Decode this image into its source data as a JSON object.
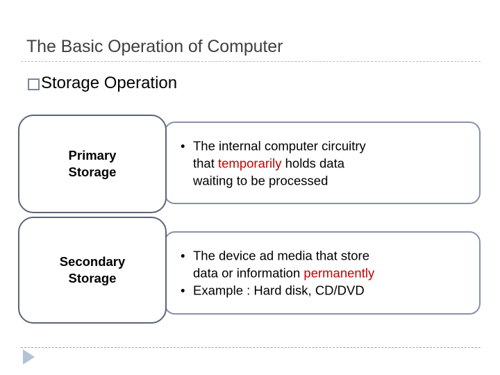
{
  "slide": {
    "title": "The Basic Operation of Computer",
    "subheading": {
      "bullet_icon": "hollow-square-bullet",
      "text": "Storage Operation"
    },
    "accent_colors": {
      "title_gray": "#404040",
      "label_border": "#5a6378",
      "desc_border": "#8891a8",
      "highlight_red": "#c00000",
      "rule_dashed": "#b9bcc4",
      "footer_arrow": "#b3c2d6"
    }
  },
  "diagram": {
    "rows": [
      {
        "label": "Primary\nStorage",
        "label_line1": "Primary",
        "label_line2": "Storage",
        "lines": [
          {
            "type": "bullet",
            "bullet": "•",
            "segments": [
              {
                "text": "The internal computer circuitry",
                "highlight": false
              }
            ]
          },
          {
            "type": "continuation",
            "segments": [
              {
                "text": "that ",
                "highlight": false
              },
              {
                "text": "temporarily",
                "highlight": true
              },
              {
                "text": " holds data",
                "highlight": false
              }
            ]
          },
          {
            "type": "continuation",
            "segments": [
              {
                "text": "waiting to be processed",
                "highlight": false
              }
            ]
          }
        ]
      },
      {
        "label": "Secondary\nStorage",
        "label_line1": "Secondary",
        "label_line2": "Storage",
        "lines": [
          {
            "type": "bullet",
            "bullet": "•",
            "segments": [
              {
                "text": "The device ad media that store",
                "highlight": false
              }
            ]
          },
          {
            "type": "continuation",
            "segments": [
              {
                "text": "data or information ",
                "highlight": false
              },
              {
                "text": "permanently",
                "highlight": true
              }
            ]
          },
          {
            "type": "bullet",
            "bullet": "•",
            "segments": [
              {
                "text": "Example : Hard disk, CD/DVD",
                "highlight": false
              }
            ]
          }
        ]
      }
    ]
  },
  "footer": {
    "arrow_icon": "play-triangle-icon"
  }
}
